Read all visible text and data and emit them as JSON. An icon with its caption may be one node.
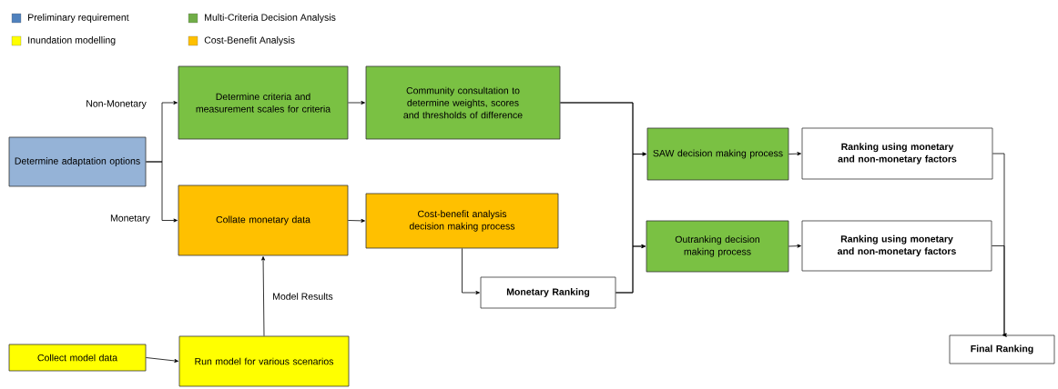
{
  "diagram": {
    "nodes": [
      {
        "text": [
          "Determine adaptation options"
        ]
      },
      {
        "text": [
          "Determine criteria and measurement scales for criteria"
        ]
      },
      {
        "text": [
          "Community consultation to determine weights, scores and thresholds of difference"
        ]
      },
      {
        "text": [
          "Collate monetary data"
        ]
      },
      {
        "text": [
          "Cost-benefit analysis decision making process"
        ]
      },
      {
        "text": [
          "Monetary Ranking"
        ]
      },
      {
        "text": [
          "SAW decision making process"
        ]
      },
      {
        "text": [
          "Ranking using monetary and non-monetary factors"
        ]
      },
      {
        "text": [
          "Outranking decision making process"
        ]
      },
      {
        "text": [
          "Ranking using monetary and non-monetary factors"
        ]
      },
      {
        "text": [
          "Final Ranking"
        ]
      },
      {
        "text": [
          "Collect model data"
        ]
      },
      {
        "text": [
          "Run model for various scenarios"
        ]
      }
    ],
    "edges": [
      {
        "from": 0,
        "to": 1,
        "arrow": "to",
        "label": "Non-Monetary"
      },
      {
        "from": 0,
        "to": 3,
        "arrow": "to",
        "label": "Monetary"
      },
      {
        "from": 1,
        "to": 2,
        "arrow": "to"
      },
      {
        "from": 3,
        "to": 4,
        "arrow": "to"
      },
      {
        "from": 4,
        "to": 5,
        "arrow": "to"
      },
      {
        "from": 2,
        "to": 6,
        "arrow": "to"
      },
      {
        "from": 2,
        "to": 8,
        "arrow": "to"
      },
      {
        "from": 5,
        "to": 6,
        "arrow": "to"
      },
      {
        "from": 5,
        "to": 8,
        "arrow": "to"
      },
      {
        "from": 6,
        "to": 7,
        "arrow": "to"
      },
      {
        "from": 8,
        "to": 9,
        "arrow": "to"
      },
      {
        "from": 7,
        "to": 10,
        "arrow": "to"
      },
      {
        "from": 9,
        "to": 10,
        "arrow": "to"
      },
      {
        "from": 11,
        "to": 12,
        "arrow": "to"
      },
      {
        "from": 12,
        "to": 3,
        "arrow": "to",
        "label": "Model Results"
      }
    ],
    "legend": [
      {
        "text": "Preliminary requirement",
        "color": "#4f81bd"
      },
      {
        "text": "Multi-Criteria Decision Analysis",
        "color": "#70ad47"
      },
      {
        "text": "Inundation modelling",
        "color": "#ffff00"
      },
      {
        "text": "Cost-Benefit Analysis",
        "color": "#ffc000"
      }
    ]
  }
}
